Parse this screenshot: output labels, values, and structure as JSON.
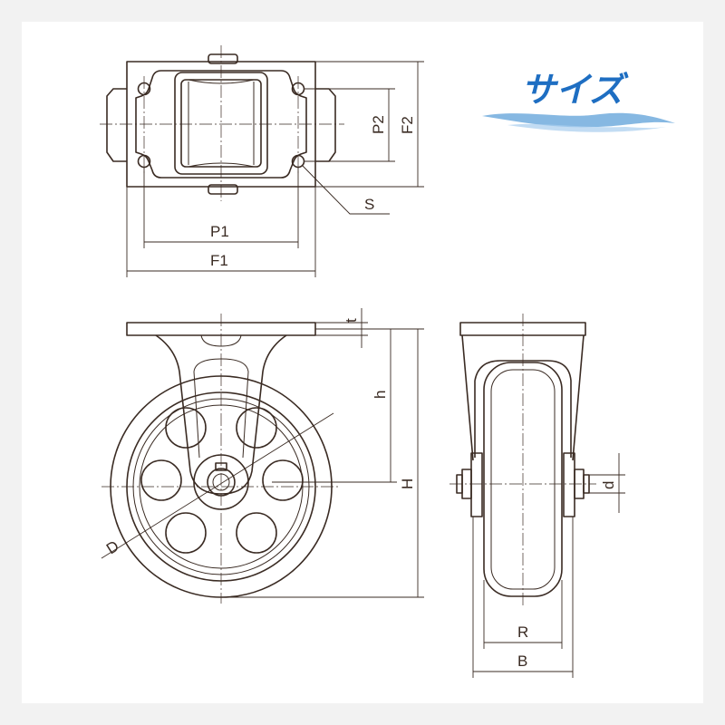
{
  "title": "サイズ",
  "colors": {
    "title": "#1e6ec2",
    "wave": "#5ea0d8",
    "line": "#3a2b23"
  },
  "labels": {
    "P1": "P1",
    "F1": "F1",
    "P2": "P2",
    "F2": "F2",
    "S": "S",
    "t": "t",
    "h": "h",
    "H": "H",
    "D": "D",
    "d": "d",
    "R": "R",
    "B": "B"
  }
}
